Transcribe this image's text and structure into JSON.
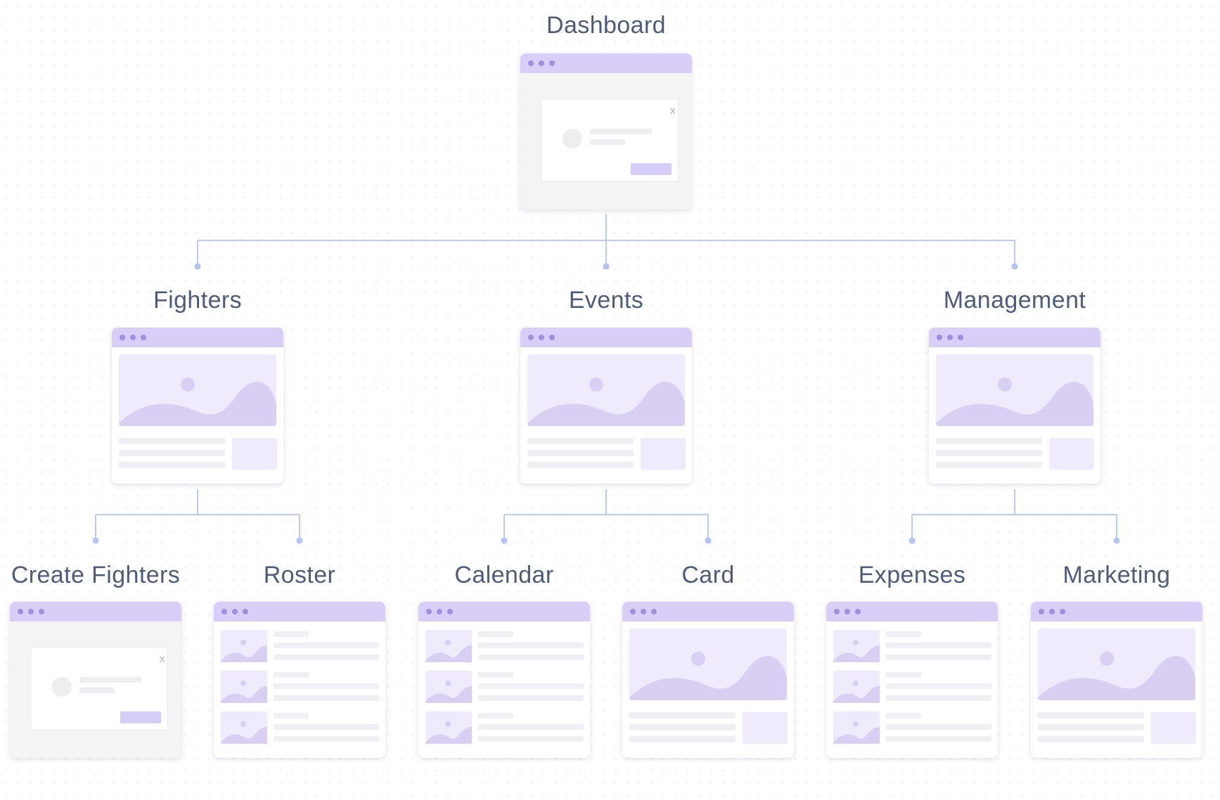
{
  "diagram": {
    "root": {
      "id": "dashboard",
      "label": "Dashboard",
      "wireframe": "modal-icon"
    },
    "children": [
      {
        "id": "fighters",
        "label": "Fighters",
        "wireframe": "hero-image",
        "children": [
          {
            "id": "create-fighters",
            "label": "Create Fighters",
            "wireframe": "modal-icon"
          },
          {
            "id": "roster",
            "label": "Roster",
            "wireframe": "image-list"
          }
        ]
      },
      {
        "id": "events",
        "label": "Events",
        "wireframe": "hero-image",
        "children": [
          {
            "id": "calendar",
            "label": "Calendar",
            "wireframe": "image-list"
          },
          {
            "id": "card",
            "label": "Card",
            "wireframe": "hero-image"
          }
        ]
      },
      {
        "id": "management",
        "label": "Management",
        "wireframe": "hero-image",
        "children": [
          {
            "id": "expenses",
            "label": "Expenses",
            "wireframe": "image-list"
          },
          {
            "id": "marketing",
            "label": "Marketing",
            "wireframe": "hero-image"
          }
        ]
      }
    ]
  },
  "colors": {
    "connector": "#b4c3f2",
    "label": "#4f5b78",
    "window_bar": "#d8cef8",
    "window_dots": "#9f8fdd",
    "image_fill": "#efebfd",
    "image_hill": "#d8cff2",
    "skeleton_line": "#f0f0f4",
    "button": "#d6cdf8"
  }
}
